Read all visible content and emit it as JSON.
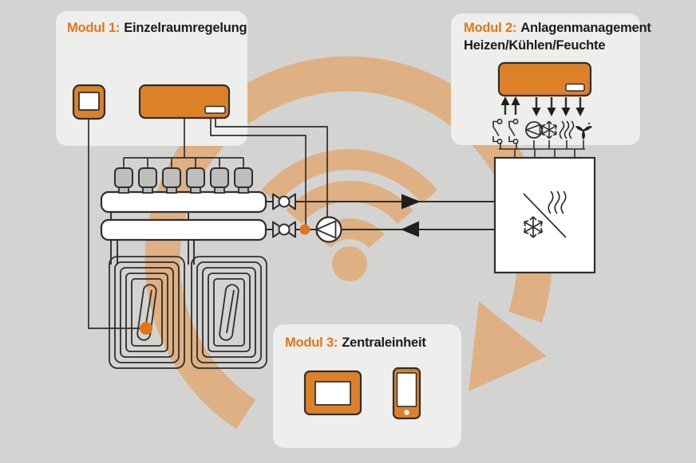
{
  "app": {
    "type": "schematic-diagram",
    "language": "de"
  },
  "modules": [
    {
      "id": "modul-1",
      "title_prefix": "Modul 1:",
      "title": "Einzelraumregelung",
      "devices": [
        "room-thermostat",
        "base-controller"
      ]
    },
    {
      "id": "modul-2",
      "title_prefix": "Modul 2:",
      "title": "Anlagenmanagement",
      "subtitle": "Heizen/Kühlen/Feuchte",
      "devices": [
        "system-controller"
      ],
      "io_icons": [
        "switch-contact-icon",
        "switch-contact-icon",
        "pump-icon",
        "snowflake-icon",
        "heat-waves-icon",
        "fan-icon"
      ]
    },
    {
      "id": "modul-3",
      "title_prefix": "Modul 3:",
      "title": "Zentraleinheit",
      "devices": [
        "touch-panel",
        "smartphone"
      ]
    }
  ],
  "diagram": {
    "symbols": [
      "wifi-icon",
      "circular-flow-arrow",
      "floor-heating-loops",
      "heating-manifold",
      "valve-actuators",
      "shutoff-valve-icons",
      "circulation-pump-icon",
      "flow-direction-arrows",
      "heating-cooling-unit",
      "snowflake-icon",
      "heat-waves-icon",
      "sensor-dots"
    ],
    "colors": {
      "background": "#d3d4d2",
      "card": "#eeeeec",
      "accent_orange": "#e0761a",
      "device_orange": "#dd8128",
      "tan_arrow": "#deb083",
      "line": "#2f2e2c",
      "actuator_grey": "#bebfbd",
      "white": "#ffffff"
    }
  }
}
